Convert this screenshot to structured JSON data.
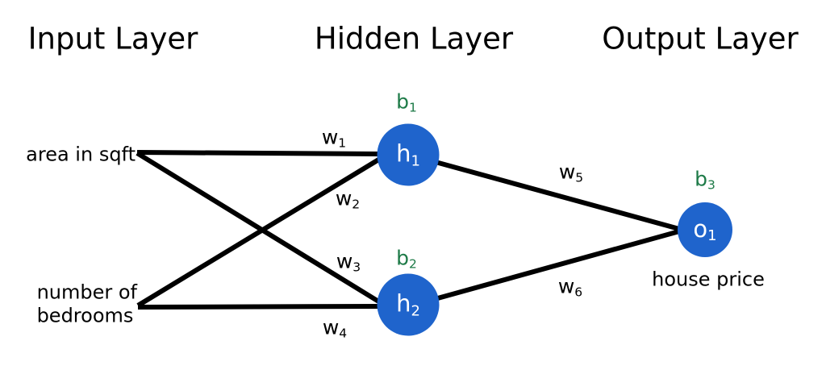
{
  "figure": {
    "background_color": "#ffffff",
    "node_color": "#1f64cc",
    "node_text_color": "#ffffff",
    "bias_color": "#1d7a47",
    "edge_color": "#000000",
    "text_color": "#000000"
  },
  "titles": {
    "input": "Input Layer",
    "hidden": "Hidden Layer",
    "output": "Output Layer"
  },
  "inputs": [
    {
      "id": "x1",
      "label": "area in sqft"
    },
    {
      "id": "x2",
      "label_line1": "number of",
      "label_line2": "bedrooms"
    }
  ],
  "hidden_nodes": [
    {
      "id": "h1",
      "symbol": "h",
      "sub": "1",
      "bias": "b",
      "bias_sub": "1"
    },
    {
      "id": "h2",
      "symbol": "h",
      "sub": "2",
      "bias": "b",
      "bias_sub": "2"
    }
  ],
  "output_nodes": [
    {
      "id": "o1",
      "symbol": "o",
      "sub": "1",
      "bias": "b",
      "bias_sub": "3",
      "label": "house price"
    }
  ],
  "weights": [
    {
      "id": "w1",
      "symbol": "w",
      "sub": "1",
      "from": "area in sqft",
      "to": "h1"
    },
    {
      "id": "w2",
      "symbol": "w",
      "sub": "2",
      "from": "number of bedrooms",
      "to": "h1"
    },
    {
      "id": "w3",
      "symbol": "w",
      "sub": "3",
      "from": "area in sqft",
      "to": "h2"
    },
    {
      "id": "w4",
      "symbol": "w",
      "sub": "4",
      "from": "number of bedrooms",
      "to": "h2"
    },
    {
      "id": "w5",
      "symbol": "w",
      "sub": "5",
      "from": "h1",
      "to": "o1"
    },
    {
      "id": "w6",
      "symbol": "w",
      "sub": "6",
      "from": "h2",
      "to": "o1"
    }
  ]
}
